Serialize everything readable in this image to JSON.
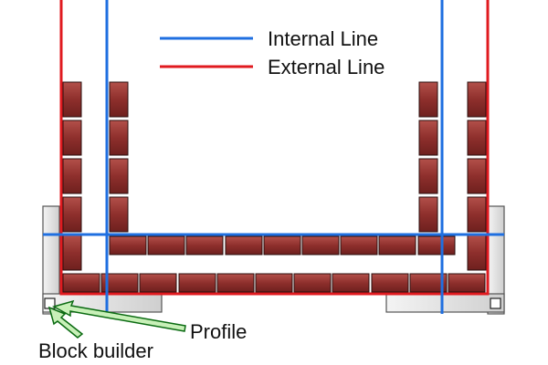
{
  "legend": {
    "internal_label": "Internal Line",
    "external_label": "External Line",
    "internal_color": "#1f6fe0",
    "external_color": "#e01a1f"
  },
  "callouts": {
    "profile_label": "Profile",
    "block_builder_label": "Block builder",
    "arrow_color": "#0b6b12",
    "arrow_fill": "#c8f0b8"
  },
  "brick_color": "#8e2f2c",
  "structure_color": "#dcdcdc"
}
